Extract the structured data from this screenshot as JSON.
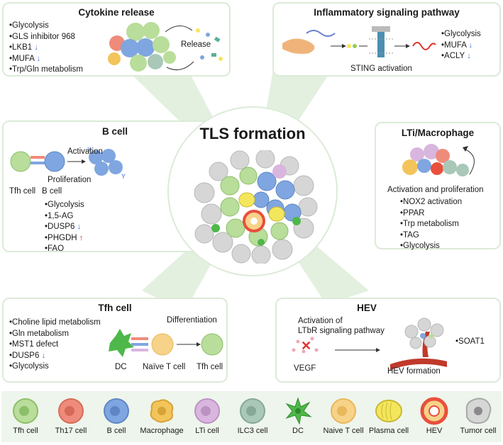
{
  "center": {
    "title": "TLS formation"
  },
  "cytokine": {
    "title": "Cytokine release",
    "items": [
      "•Glycolysis",
      "•GLS inhibitor 968",
      "•LKB1",
      "•MUFA",
      "•Trp/Gln metabolism"
    ],
    "release_label": "Release"
  },
  "inflammatory": {
    "title": "Inflammatory signaling pathway",
    "items": [
      "•Glycolysis",
      "•MUFA",
      "•ACLY"
    ],
    "caption": "STING activation"
  },
  "bcell": {
    "title": "B cell",
    "activation": "Activation",
    "proliferation": "Proliferation",
    "tfh_label": "Tfh cell",
    "b_label": "B cell",
    "items": [
      "•Glycolysis",
      "•1,5-AG",
      "•DUSP6",
      "•PHGDH",
      "•FAO"
    ]
  },
  "lti": {
    "title": "LTi/Macrophage",
    "caption": "Activation and proliferation",
    "items": [
      "•NOX2 activation",
      "•PPAR",
      "•Trp metabolism",
      "•TAG",
      "•Glycolysis"
    ]
  },
  "tfh": {
    "title": "Tfh cell",
    "items": [
      "•Choline lipid metabolism",
      "•Gln metabolism",
      "•MST1 defect",
      "•DUSP6",
      "•Glycolysis"
    ],
    "differentiation": "Differentiation",
    "dc_label": "DC",
    "naive_label": "Naïve T cell",
    "tfh_label": "Tfh cell"
  },
  "hev": {
    "title": "HEV",
    "activation_line1": "Activation of",
    "activation_line2": "LTbR signaling pathway",
    "vegf": "VEGF",
    "formation": "HEV formation",
    "soat": "•SOAT1"
  },
  "arrows": {
    "down": "↓",
    "up": "↑"
  },
  "legend": [
    {
      "label": "Tfh cell",
      "icon": "tfh-cell-icon"
    },
    {
      "label": "Th17 cell",
      "icon": "th17-cell-icon"
    },
    {
      "label": "B cell",
      "icon": "b-cell-icon"
    },
    {
      "label": "Macrophage",
      "icon": "macrophage-icon"
    },
    {
      "label": "LTi cell",
      "icon": "lti-cell-icon"
    },
    {
      "label": "ILC3 cell",
      "icon": "ilc3-cell-icon"
    },
    {
      "label": "DC",
      "icon": "dc-icon"
    },
    {
      "label": "Naive T cell",
      "icon": "naive-t-cell-icon"
    },
    {
      "label": "Plasma cell",
      "icon": "plasma-cell-icon"
    },
    {
      "label": "HEV",
      "icon": "hev-icon"
    },
    {
      "label": "Tumor cell",
      "icon": "tumor-cell-icon"
    }
  ],
  "colors": {
    "tfh": "#b9dd9a",
    "th17": "#ef8b7a",
    "bcell": "#7fa6e0",
    "macrophage": "#f2c45a",
    "lti": "#d9b6de",
    "ilc3": "#a9c8b8",
    "dc": "#4fb84a",
    "naive": "#f7d289",
    "plasma": "#f4e65c",
    "hev": "#e94f3d",
    "tumor": "#d6d6d6",
    "panel_border": "#dcebd8"
  }
}
